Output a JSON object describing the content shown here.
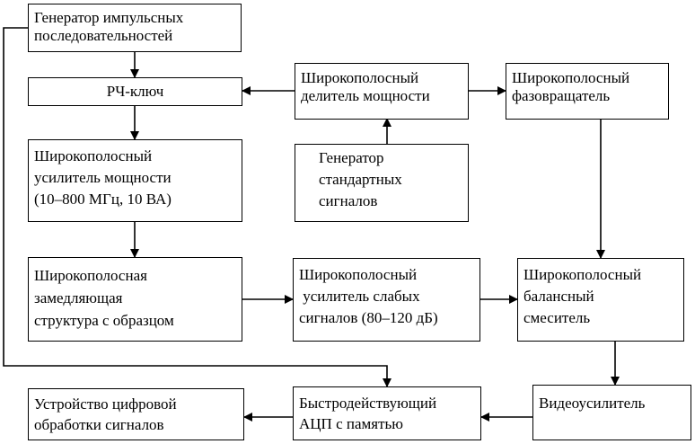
{
  "blocks": {
    "pulse_gen": {
      "lines": [
        "Генератор импульсных",
        "последовательностей"
      ]
    },
    "rf_switch": {
      "lines": [
        "РЧ-ключ"
      ]
    },
    "splitter": {
      "lines": [
        "Широкополосный",
        "делитель мощности"
      ]
    },
    "phase_shifter": {
      "lines": [
        "Широкополосный",
        "фазовращатель"
      ]
    },
    "power_amp": {
      "lines": [
        "Широкополосный",
        "усилитель мощности",
        "(10–800 МГц, 10 ВА)"
      ]
    },
    "std_gen": {
      "lines": [
        "Генератор",
        "стандартных",
        "сигналов"
      ]
    },
    "slow_wave": {
      "lines": [
        "Широкополосная",
        "замедляющая",
        "структура с образцом"
      ]
    },
    "lna": {
      "lines": [
        "Широкополосный",
        " усилитель слабых",
        "сигналов (80–120 дБ)"
      ]
    },
    "mixer": {
      "lines": [
        "Широкополосный",
        "балансный",
        "смеситель"
      ]
    },
    "dsp": {
      "lines": [
        "Устройство цифровой",
        "обработки сигналов"
      ]
    },
    "adc": {
      "lines": [
        "Быстродействующий",
        "АЦП с памятью"
      ]
    },
    "video_amp": {
      "lines": [
        "Видеоусилитель"
      ]
    }
  }
}
